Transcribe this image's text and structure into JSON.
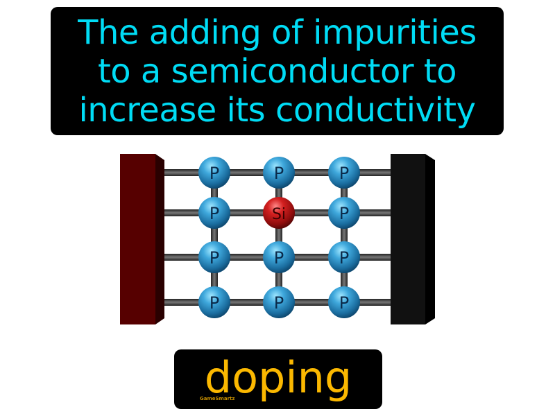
{
  "definition": {
    "lines": [
      "The adding of impurities",
      "to a semiconductor to",
      "increase its conductivity"
    ],
    "text_color": "#00dcf5",
    "background": "#000000"
  },
  "diagram": {
    "left_terminal_color": "#560000",
    "right_terminal_color": "#111111",
    "rows_y": [
      249,
      307,
      371,
      436
    ],
    "cols_x": [
      309,
      402,
      496
    ],
    "atoms": [
      [
        "P",
        "P",
        "P"
      ],
      [
        "P",
        "Si",
        "P"
      ],
      [
        "P",
        "P",
        "P"
      ],
      [
        "P",
        "P",
        "P"
      ]
    ],
    "p_atom_color": "#2a8fc8",
    "si_atom_color": "#c01818"
  },
  "term": {
    "word": "doping",
    "text_color": "#fbb800",
    "brand": "GameSmartz"
  }
}
